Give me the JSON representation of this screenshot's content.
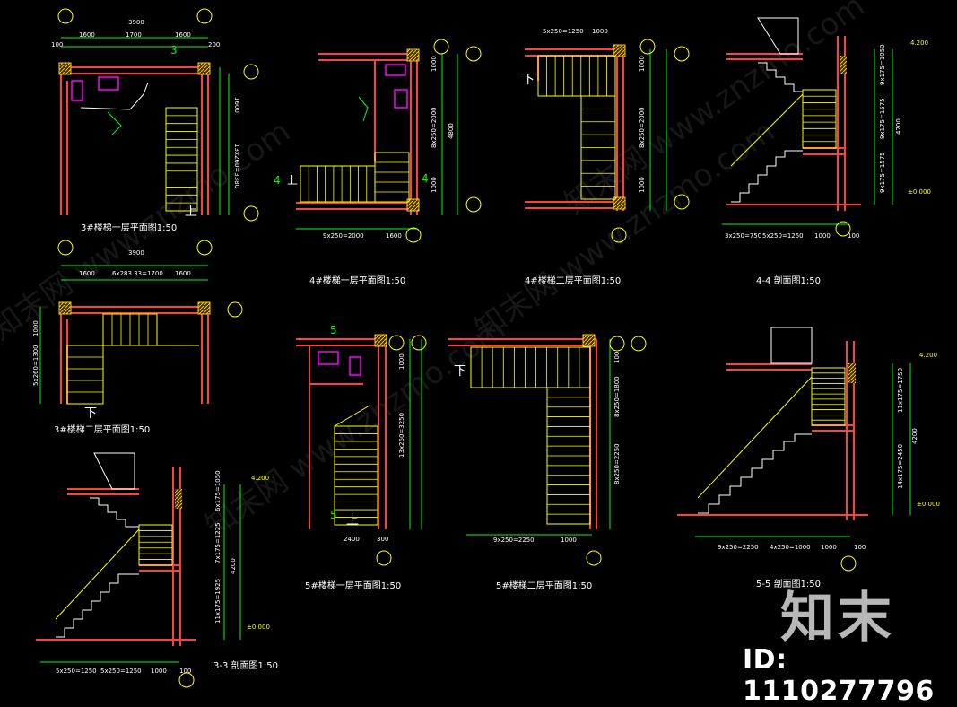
{
  "drawing": {
    "titles": {
      "plan3_1": "3#楼梯一层平面图1:50",
      "plan3_2": "3#楼梯二层平面图1:50",
      "plan4_1": "4#楼梯一层平面图1:50",
      "plan4_2": "4#楼梯二层平面图1:50",
      "section4": "4-4 剖面图1:50",
      "plan5_1": "5#楼梯一层平面图1:50",
      "plan5_2": "5#楼梯二层平面图1:50",
      "section5": "5-5 剖面图1:50",
      "section3": "3-3 剖面图1:50"
    },
    "labels": {
      "up": "上",
      "down": "下",
      "cut3": "3",
      "cut4": "4",
      "cut5": "5"
    },
    "dims": {
      "p31_total": "3900",
      "p31_a": "1600",
      "p31_b": "1700",
      "p31_c": "1600",
      "p31_v1": "1600",
      "p31_v2": "13x260=3380",
      "p32_total": "3900",
      "p32_a": "1600",
      "p32_b": "6x283.33=1700",
      "p32_c": "1600",
      "p32_v1": "1000",
      "p32_v2": "5x260=1300",
      "p41_b1": "9x250=2000",
      "p41_b2": "1600",
      "p41_v1": "1000",
      "p41_v2": "8x250=2000",
      "p41_v3": "1000",
      "p41_tot": "4800",
      "p42_t1": "5x250=1250",
      "p42_t2": "1000",
      "p42_v1": "1000",
      "p42_v2": "8x250=2000",
      "p42_v3": "1000",
      "s4_b1": "3x250=750",
      "s4_b2": "5x250=1250",
      "s4_b3": "1000",
      "s4_v1": "9x175=1050",
      "s4_v2": "9x175=1575",
      "s4_v3": "9x175=1575",
      "s4_tot": "4200",
      "s4_el1": "4.200",
      "s4_el2": "±0.000",
      "p51_b1": "2400",
      "p51_v1": "1000",
      "p51_v2": "13x260=3250",
      "p52_b1": "9x250=2250",
      "p52_b2": "1000",
      "p52_v1": "8x250=1800",
      "p52_v2": "8x250=2250",
      "s5_b1": "9x250=2250",
      "s5_b2": "4x250=1000",
      "s5_b3": "1000",
      "s5_v1": "11x175=1750",
      "s5_v2": "14x175=2450",
      "s5_tot": "4200",
      "s5_el1": "4.200",
      "s5_el2": "±0.000",
      "s3_b1": "5x250=1250",
      "s3_b2": "5x250=1250",
      "s3_b3": "1000",
      "s3_v1": "6x175=1050",
      "s3_v2": "7x175=1225",
      "s3_v3": "11x175=1925",
      "s3_tot": "4200",
      "s3_el1": "4.200",
      "s3_el2": "±0.000",
      "small_100": "100",
      "small_200": "200",
      "small_300": "300"
    }
  },
  "watermark": {
    "logo": "知末",
    "id": "ID: 1110277796",
    "site": "知末网 www.znzmo.com"
  },
  "colors": {
    "background": "#000000",
    "wall": "#ff4040",
    "stair": "#ffff00",
    "dim": "#00ff00",
    "text": "#ffffff",
    "fixture": "#ff00ff",
    "column": "#ffcc00"
  }
}
